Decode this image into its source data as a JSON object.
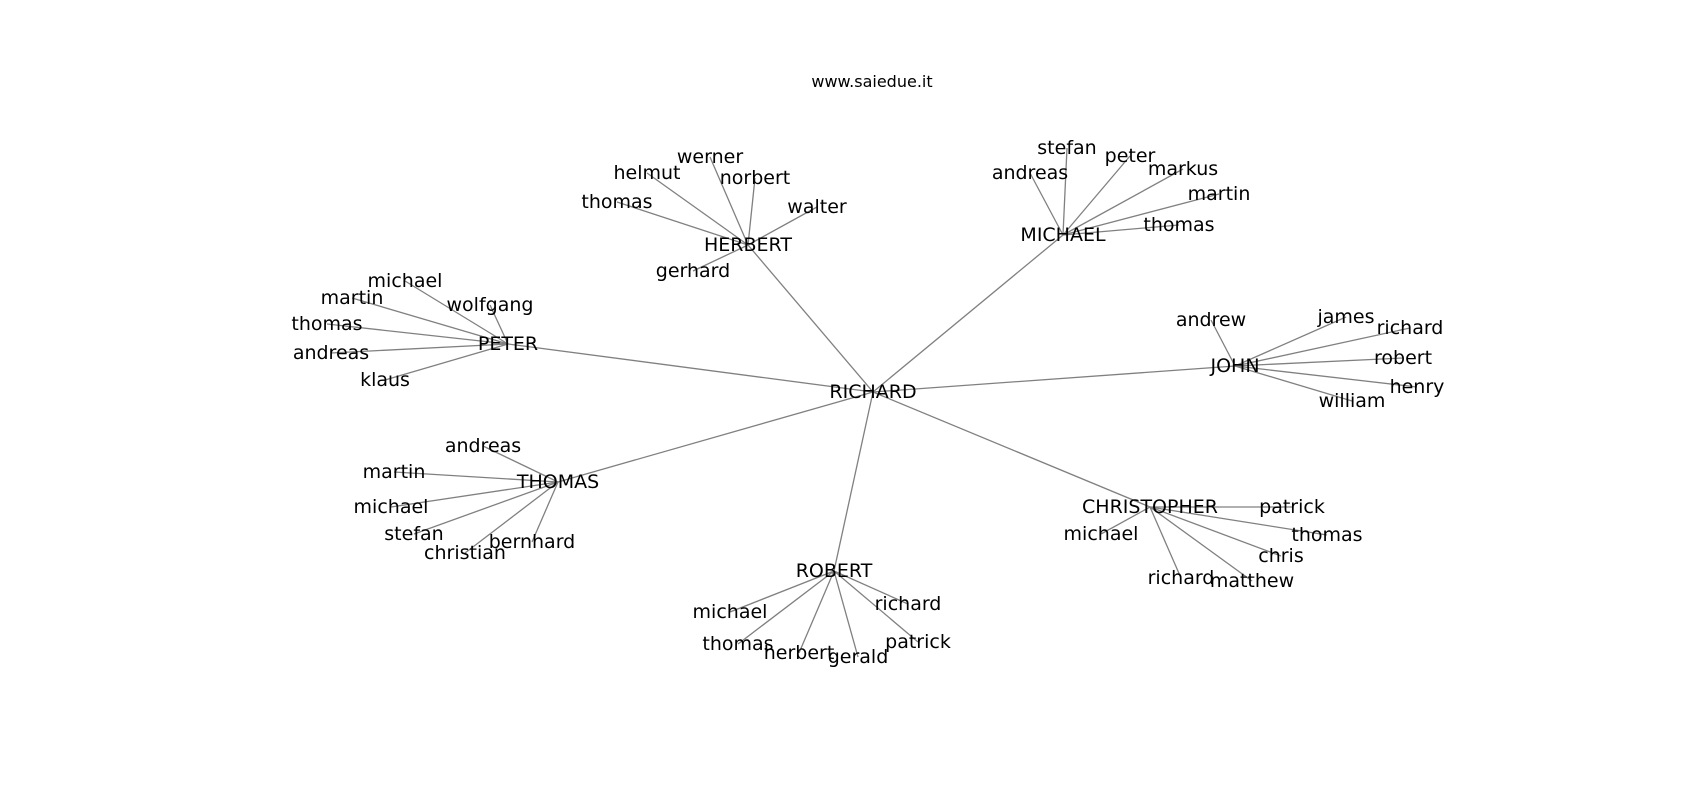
{
  "site": "www.saiedue.it",
  "center": "RICHARD",
  "groups": [
    {
      "name": "HERBERT",
      "children": [
        "werner",
        "helmut",
        "norbert",
        "thomas",
        "walter",
        "gerhard"
      ]
    },
    {
      "name": "MICHAEL",
      "children": [
        "stefan",
        "peter",
        "andreas",
        "markus",
        "martin",
        "thomas"
      ]
    },
    {
      "name": "PETER",
      "children": [
        "michael",
        "martin",
        "wolfgang",
        "thomas",
        "andreas",
        "klaus"
      ]
    },
    {
      "name": "JOHN",
      "children": [
        "andrew",
        "james",
        "richard",
        "robert",
        "henry",
        "william"
      ]
    },
    {
      "name": "THOMAS",
      "children": [
        "andreas",
        "martin",
        "michael",
        "stefan",
        "christian",
        "bernhard"
      ]
    },
    {
      "name": "CHRISTOPHER",
      "children": [
        "patrick",
        "michael",
        "thomas",
        "chris",
        "richard",
        "matthew"
      ]
    },
    {
      "name": "ROBERT",
      "children": [
        "richard",
        "michael",
        "thomas",
        "herbert",
        "gerald",
        "patrick"
      ]
    }
  ]
}
